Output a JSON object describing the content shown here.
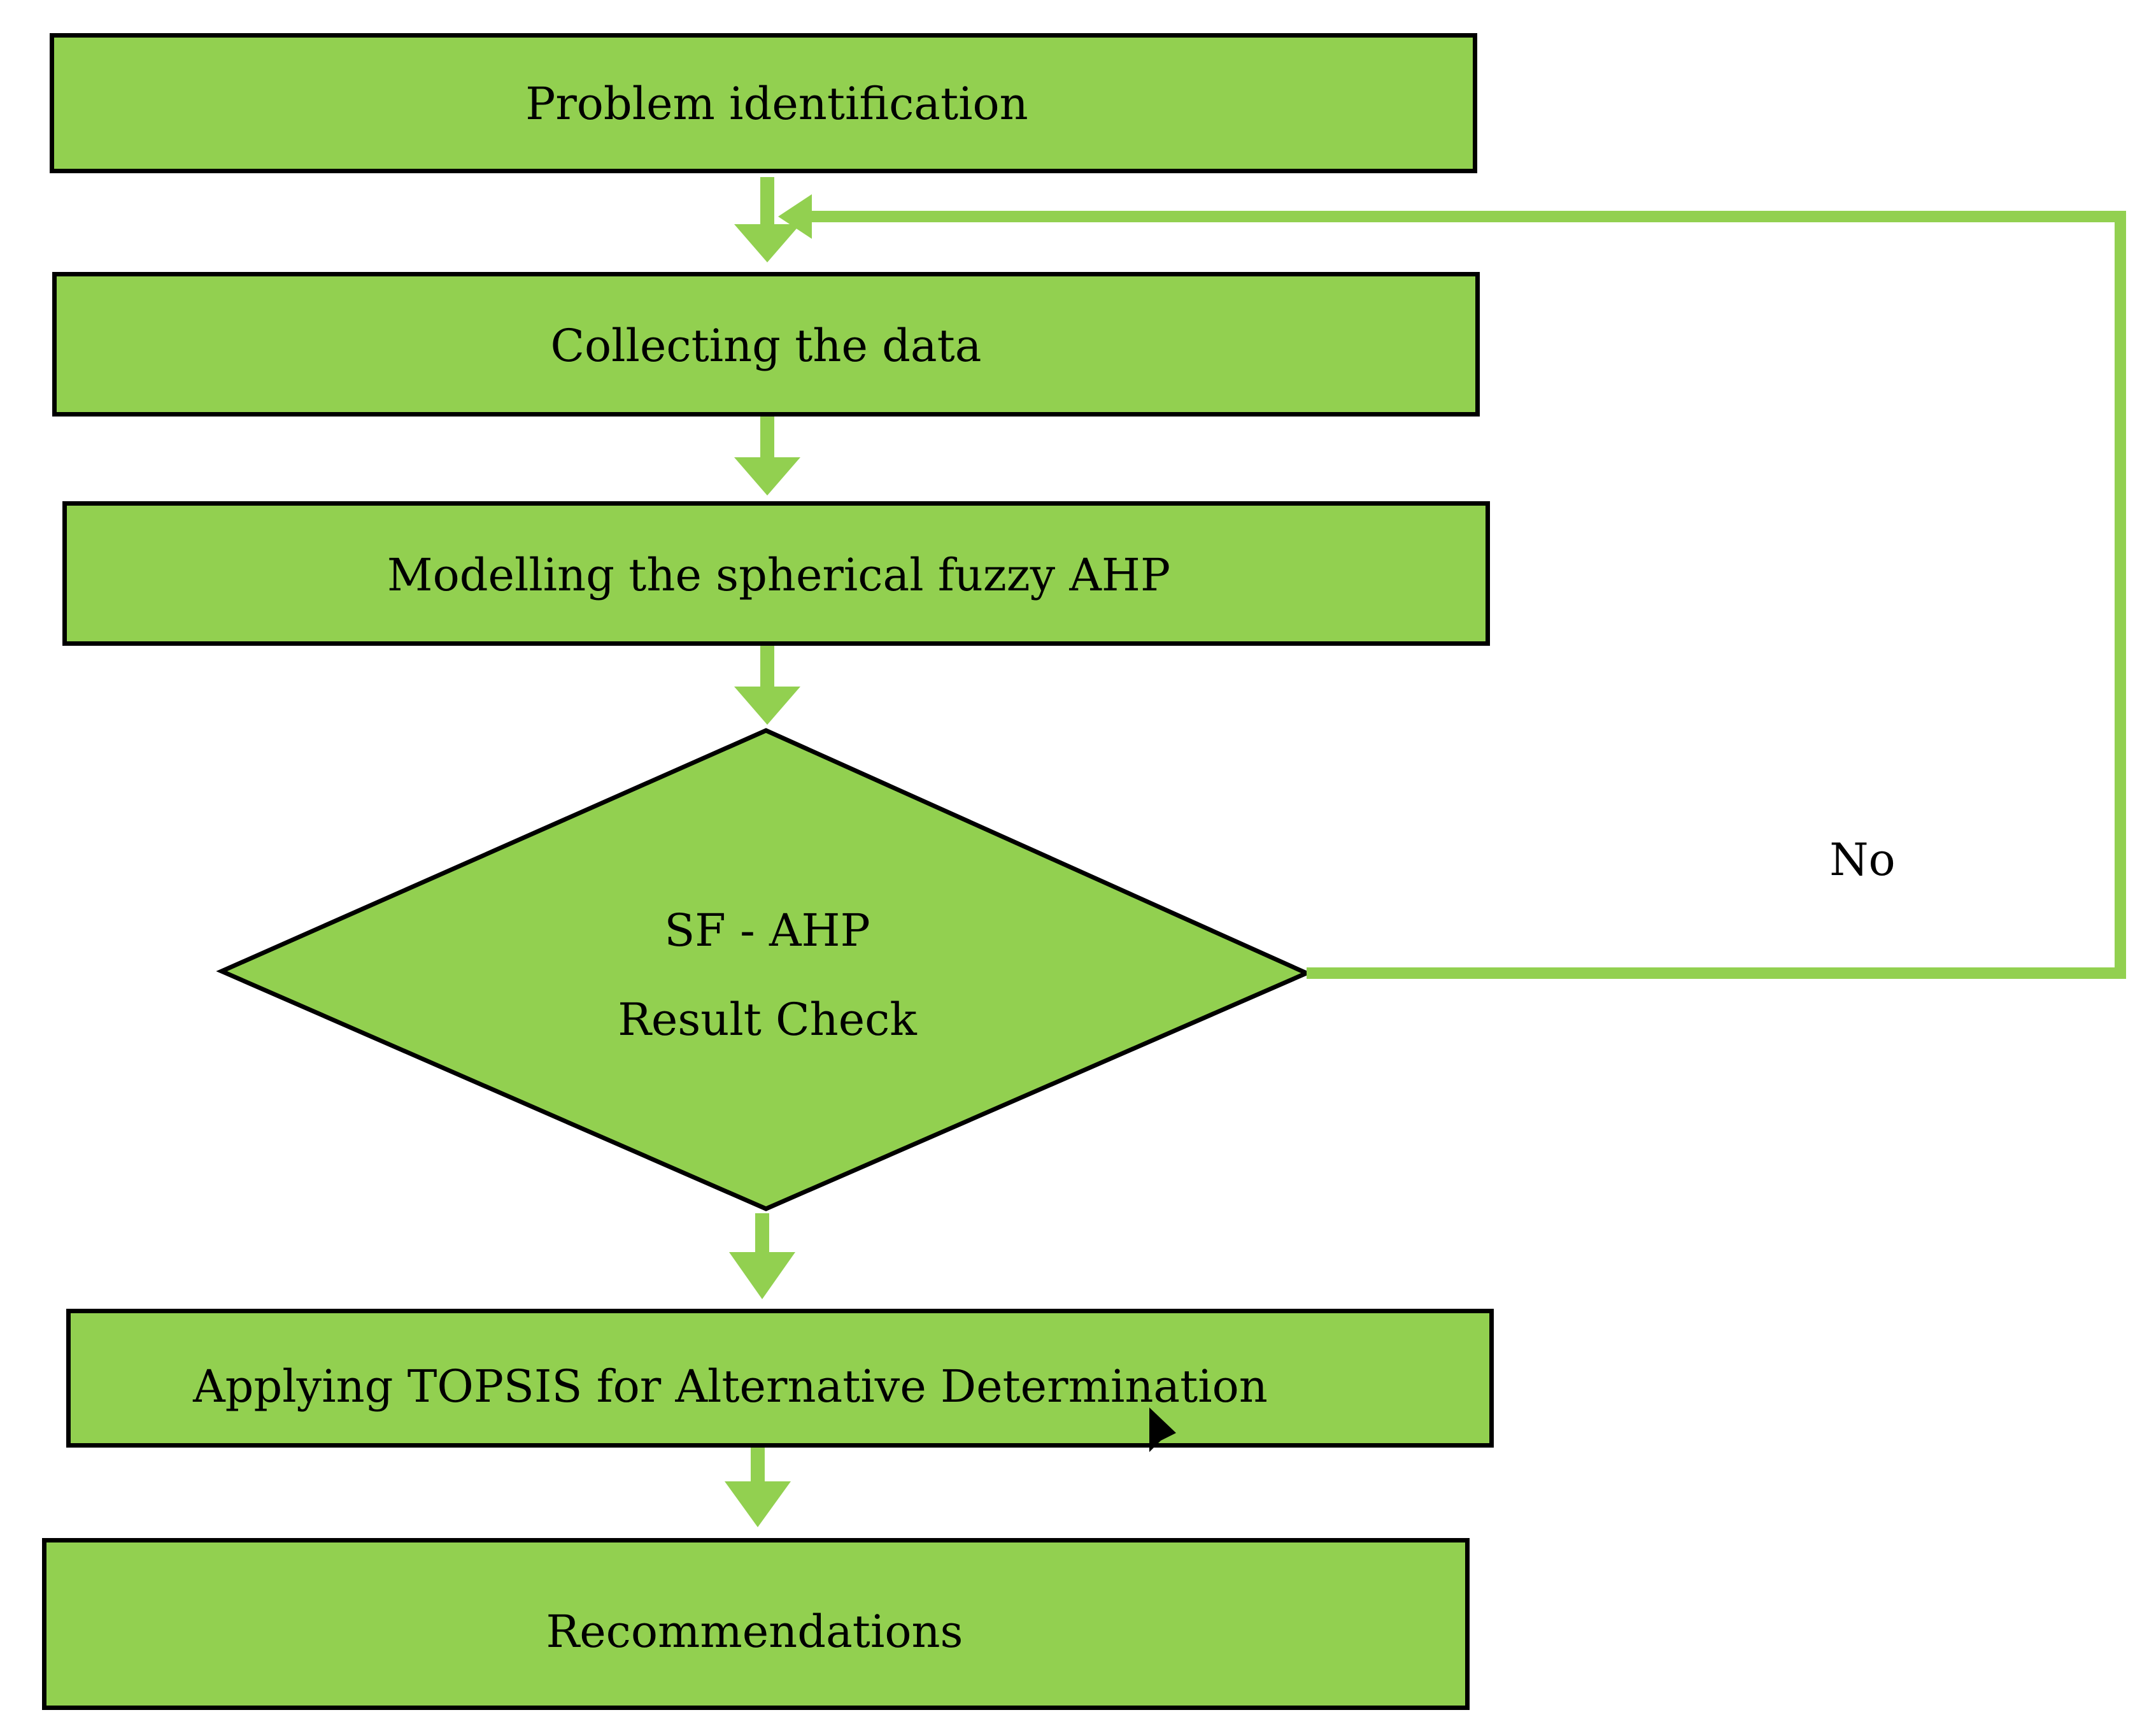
{
  "diagram": {
    "colors": {
      "fill": "#92d050",
      "stroke": "#000000",
      "arrow": "#92d050",
      "background": "#ffffff"
    },
    "nodes": {
      "problem": "Problem identification",
      "collect": "Collecting the data",
      "model": "Modelling the spherical fuzzy AHP",
      "decision_line1": "SF - AHP",
      "decision_line2": "Result Check",
      "topsis": "Applying TOPSIS for Alternative Determination",
      "recommend": "Recommendations"
    },
    "edges": {
      "loop_label": "No"
    }
  }
}
